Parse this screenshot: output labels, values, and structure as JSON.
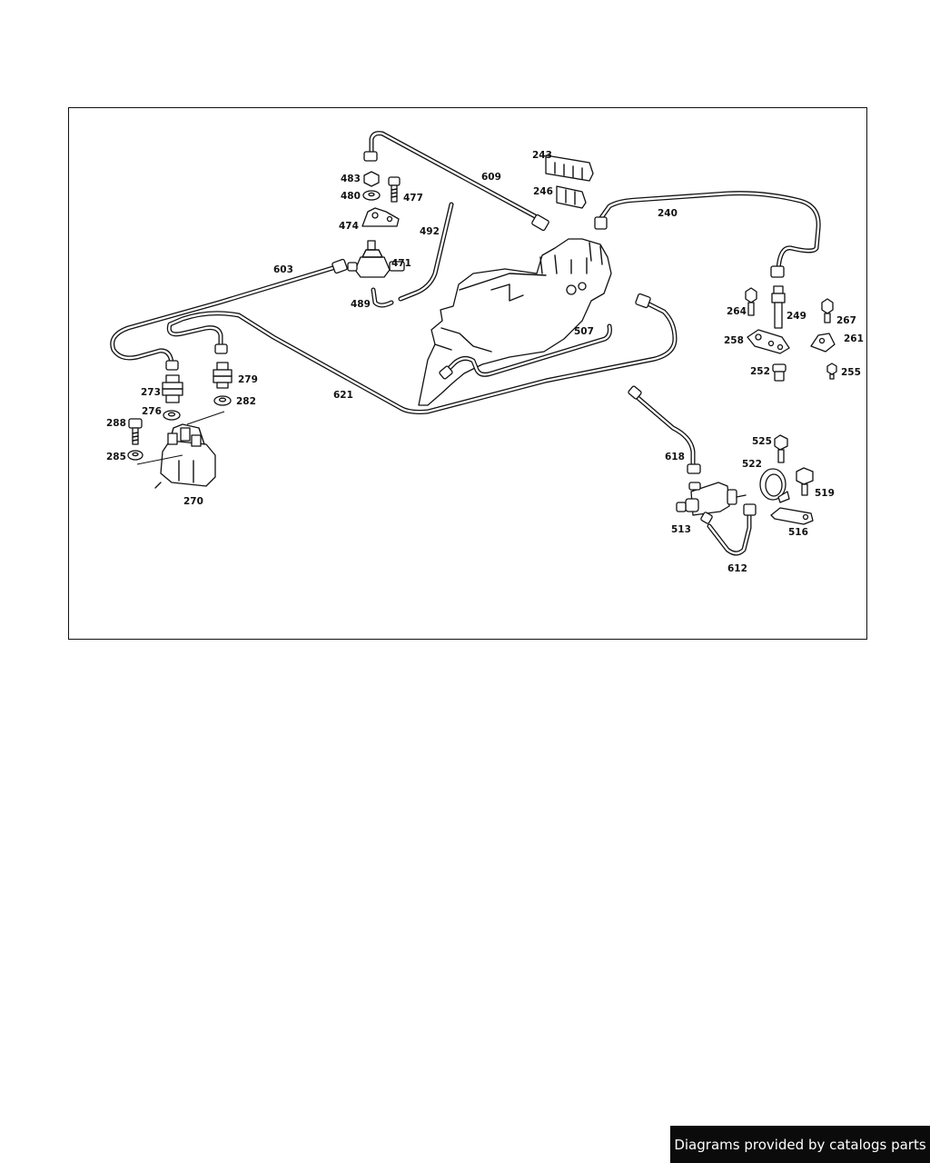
{
  "diagram": {
    "part_labels": {
      "p243": "243",
      "p246": "246",
      "p609": "609",
      "p483": "483",
      "p480": "480",
      "p477": "477",
      "p474": "474",
      "p492": "492",
      "p240": "240",
      "p603": "603",
      "p471": "471",
      "p489": "489",
      "p264": "264",
      "p249": "249",
      "p267": "267",
      "p258": "258",
      "p261": "261",
      "p507": "507",
      "p252": "252",
      "p255": "255",
      "p273": "273",
      "p279": "279",
      "p276": "276",
      "p282": "282",
      "p621": "621",
      "p288": "288",
      "p285": "285",
      "p270": "270",
      "p618": "618",
      "p525": "525",
      "p522": "522",
      "p519": "519",
      "p513": "513",
      "p516": "516",
      "p612": "612"
    }
  },
  "footer": {
    "credit": "Diagrams provided by catalogs parts",
    "background": "#0b0b0b",
    "text_color": "#ffffff"
  }
}
